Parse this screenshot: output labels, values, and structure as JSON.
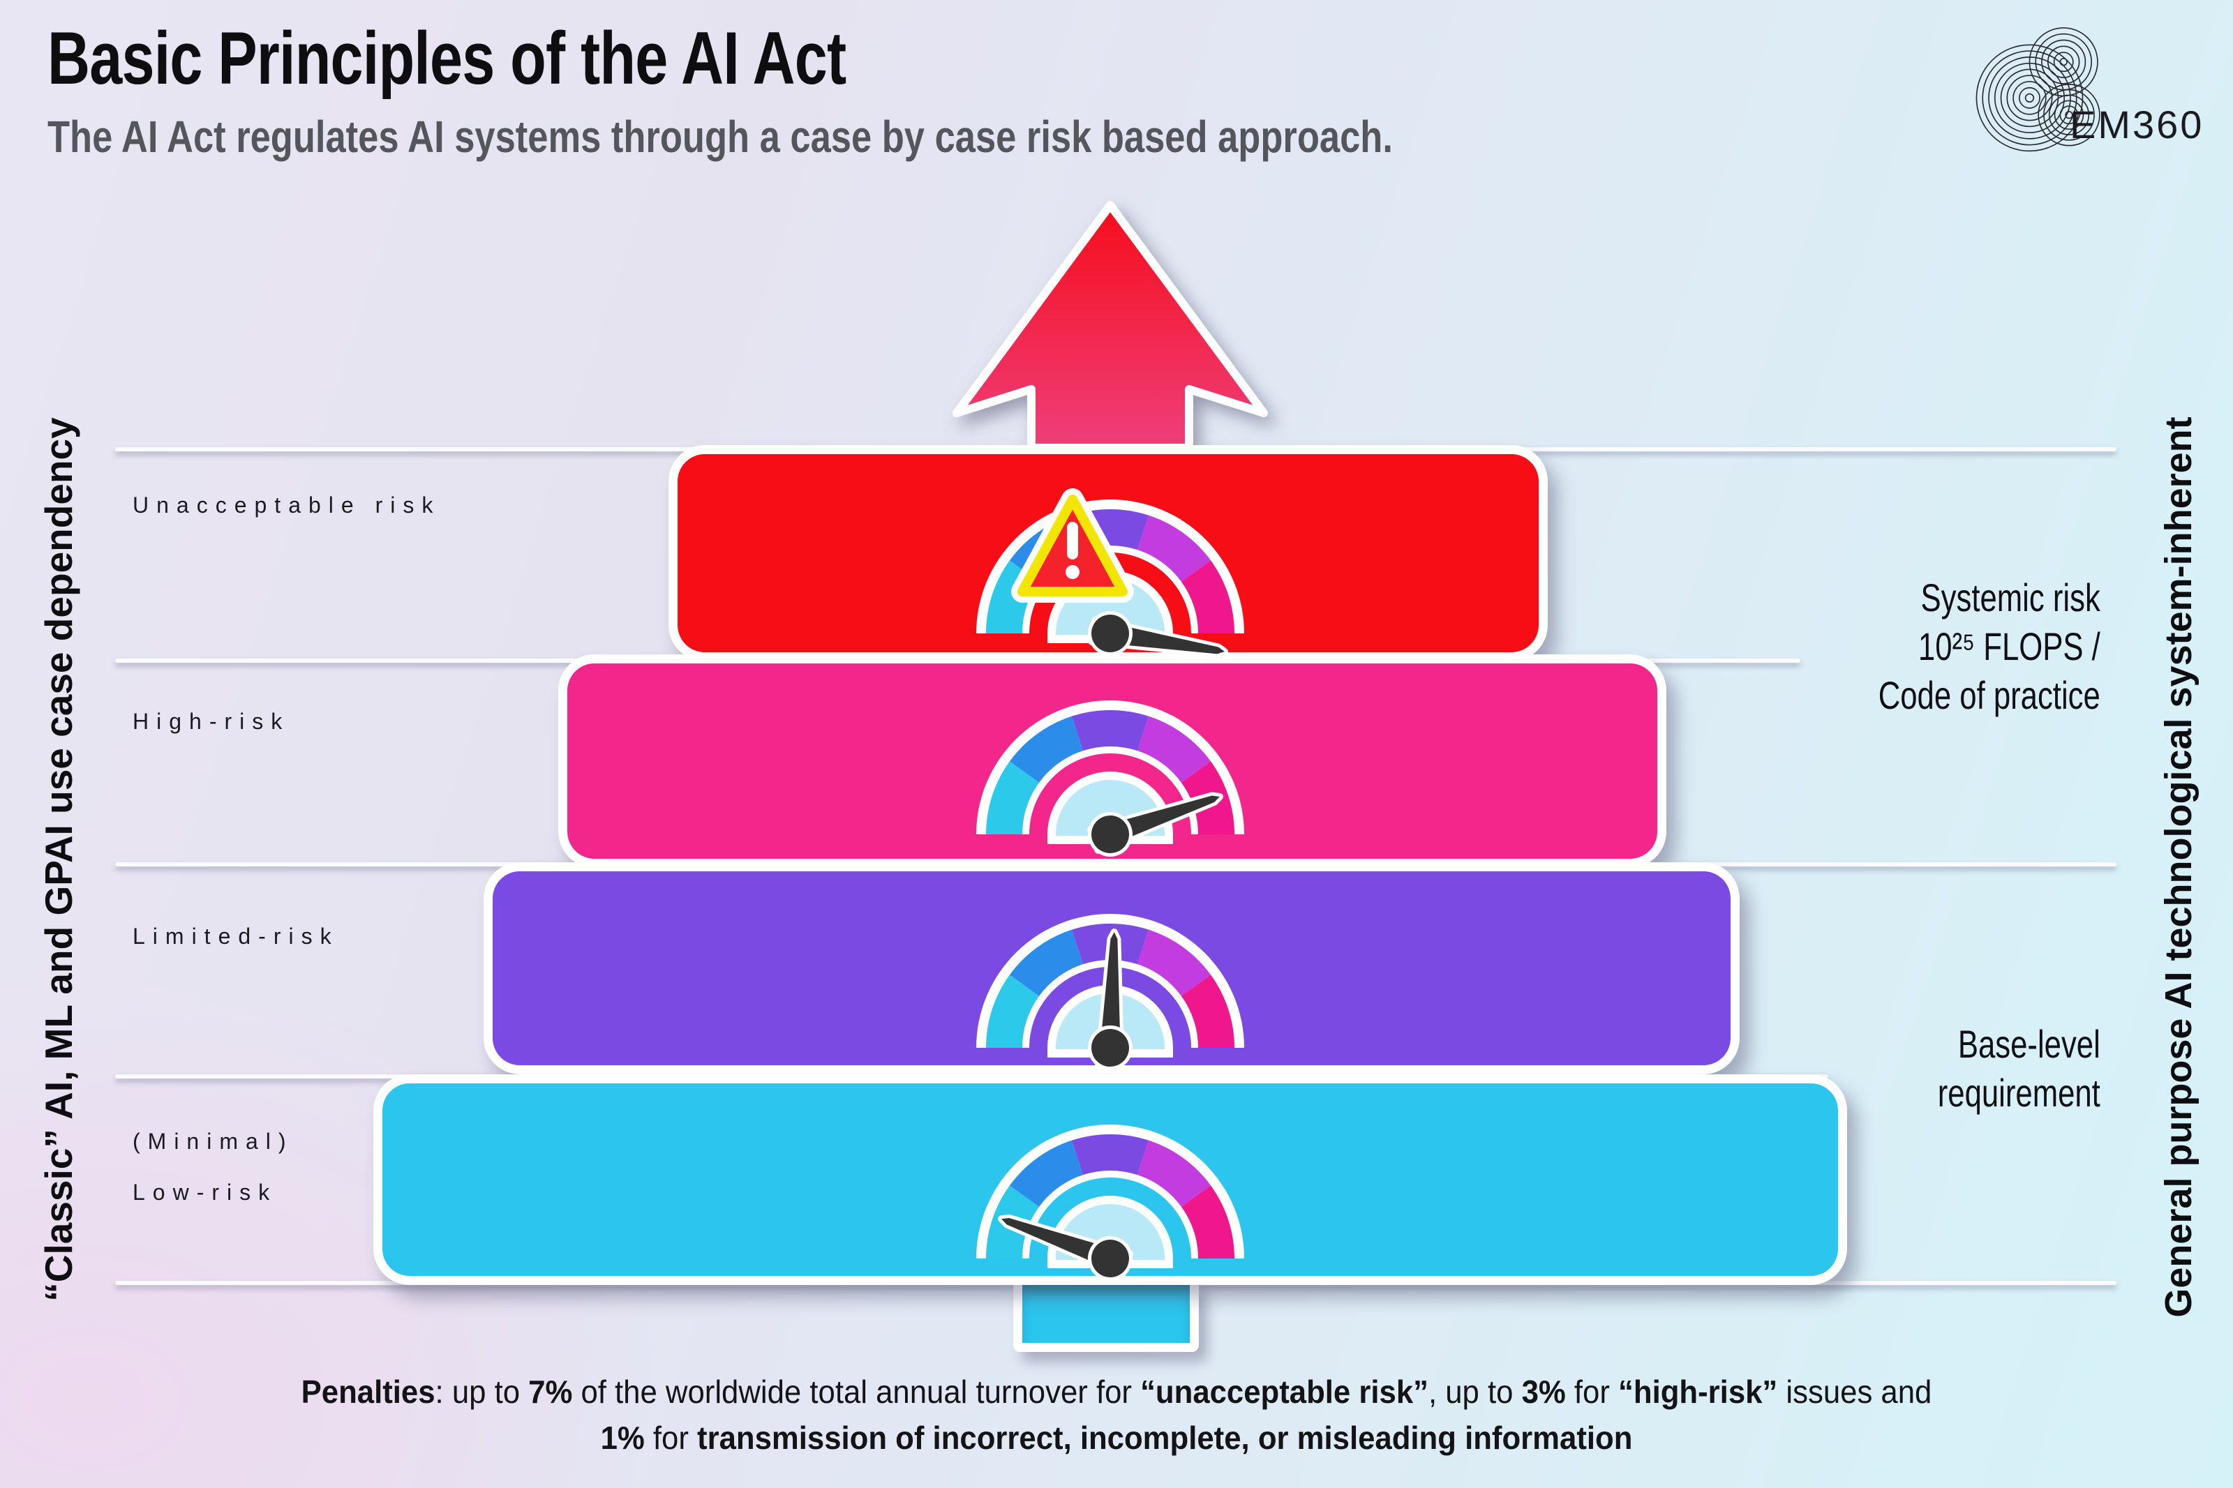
{
  "header": {
    "title": "Basic Principles of the AI Act",
    "subtitle": "The AI Act regulates AI systems through a case by case risk based approach.",
    "brand": "EM360"
  },
  "side_labels": {
    "left": "“Classic” AI, ML and GPAI use case dependency",
    "right": "General purpose AI technological system-inherent"
  },
  "levels": [
    {
      "label_lines": [
        "Unacceptable risk"
      ],
      "color": "#f70d15",
      "gauge": "max"
    },
    {
      "label_lines": [
        "High-risk"
      ],
      "color": "#f3268c",
      "gauge": "high"
    },
    {
      "label_lines": [
        "Limited-risk"
      ],
      "color": "#7a4ae2",
      "gauge": "medium"
    },
    {
      "label_lines": [
        "(Minimal)",
        "Low-risk"
      ],
      "color": "#2bc5ee",
      "gauge": "low"
    }
  ],
  "annotations": {
    "systemic_lines": [
      "Systemic risk",
      "10²⁵ FLOPS /",
      "Code of practice"
    ],
    "base_lines": [
      "Base-level",
      "requirement"
    ]
  },
  "footer": {
    "line1": [
      {
        "t": "Penalties",
        "b": true
      },
      {
        "t": ": up to ",
        "b": false
      },
      {
        "t": "7%",
        "b": true
      },
      {
        "t": " of the worldwide total annual turnover for ",
        "b": false
      },
      {
        "t": "“unacceptable risk”",
        "b": true
      },
      {
        "t": ", up to ",
        "b": false
      },
      {
        "t": "3%",
        "b": true
      },
      {
        "t": " for ",
        "b": false
      },
      {
        "t": "“high-risk”",
        "b": true
      },
      {
        "t": " issues and",
        "b": false
      }
    ],
    "line2": [
      {
        "t": "1%",
        "b": true
      },
      {
        "t": " for ",
        "b": false
      },
      {
        "t": "transmission of incorrect, incomplete, or misleading information",
        "b": true
      }
    ]
  },
  "gauge": {
    "segment_colors": [
      "#2cc9ea",
      "#2b8ce9",
      "#7a4ae3",
      "#c33ce0",
      "#f0168c"
    ],
    "inner_color": "#b9e8f7",
    "needle_color": "#333333",
    "angles": {
      "max": 99,
      "high": 71,
      "medium": 2,
      "low": -70
    },
    "warning": {
      "fill": "#f5222b",
      "border": "#f2e500"
    }
  },
  "arrow": {
    "top_color": "#f60d1b",
    "bottom_color": "#ee3f7b"
  }
}
